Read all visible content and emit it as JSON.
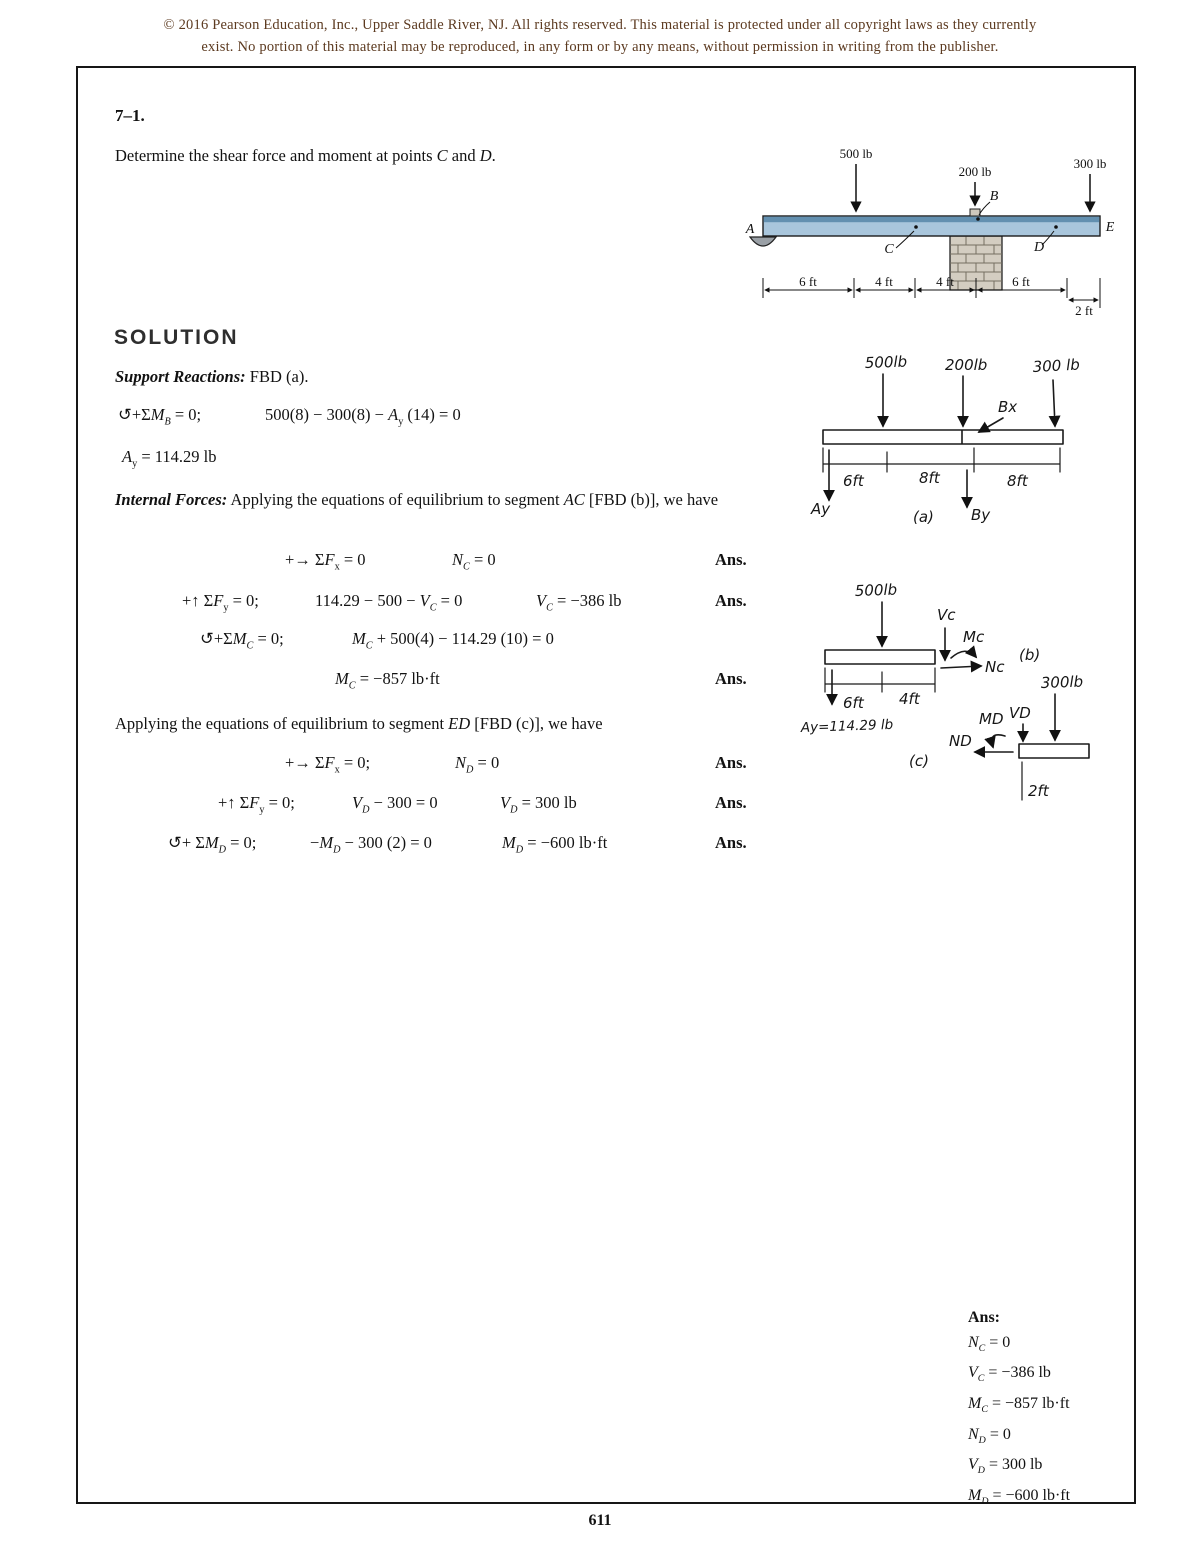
{
  "copyright": {
    "line1": "© 2016 Pearson Education, Inc., Upper Saddle River, NJ.  All rights reserved. This material is protected under all copyright laws as they currently",
    "line2": "exist. No portion of this material may be reproduced, in any form or by any means, without permission in writing from the publisher."
  },
  "page_number": "611",
  "problem": {
    "number": "7–1.",
    "statement": "Determine the shear force and moment at points C and D."
  },
  "beam_figure": {
    "loads": {
      "l500": "500 lb",
      "l200": "200 lb",
      "l300": "300 lb"
    },
    "points": {
      "a": "A",
      "b": "B",
      "c": "C",
      "d": "D",
      "e": "E"
    },
    "dims": {
      "d1": "6 ft",
      "d2": "4 ft",
      "d3": "4 ft",
      "d4": "6 ft",
      "d5": "2 ft"
    }
  },
  "solution": {
    "heading": "SOLUTION",
    "support_label": "Support Reactions:",
    "support_rest": " FBD (a).",
    "internal_label": "Internal Forces:",
    "internal_rest": " Applying the equations of equilibrium to segment AC [FBD (b)], we have",
    "segment_ed": "Applying the equations of equilibrium to segment ED [FBD (c)], we have",
    "eq_mb_sym": "↺+ΣM_B = 0;",
    "eq_mb_body": "500(8) − 300(8) − A_y (14) = 0",
    "eq_ay": "A_y = 114.29 lb",
    "eq_fx1_sym": "+→ ΣF_x = 0",
    "eq_fx1_res": "N_C = 0",
    "eq_fy1_sym": "+↑ ΣF_y = 0;",
    "eq_fy1_body": "114.29 − 500 − V_C = 0",
    "eq_fy1_res": "V_C = −386 lb",
    "eq_mc_sym": "↺+ΣM_C = 0;",
    "eq_mc_body": "M_C + 500(4) − 114.29 (10) = 0",
    "eq_mc_res": "M_C = −857 lb·ft",
    "eq_fx2_sym": "+→ ΣF_x = 0;",
    "eq_fx2_res": "N_D = 0",
    "eq_fy2_sym": "+↑ ΣF_y = 0;",
    "eq_fy2_body": "V_D − 300 = 0",
    "eq_fy2_res": "V_D = 300 lb",
    "eq_md_sym": "↺+ ΣM_D = 0;",
    "eq_md_body": "−M_D − 300 (2) = 0",
    "eq_md_res": "M_D = −600 lb·ft",
    "ans": "Ans."
  },
  "sketch": {
    "a": {
      "l500": "500lb",
      "l200": "200lb",
      "l300": "300 lb",
      "bx": "Bx",
      "d6": "6ft",
      "d8a": "8ft",
      "d8b": "8ft",
      "ay": "Ay",
      "by": "By",
      "tag": "(a)"
    },
    "b": {
      "l500": "500lb",
      "vc": "Vc",
      "mc": "Mc",
      "nc": "Nc",
      "tag": "(b)",
      "d6": "6ft",
      "d4": "4ft",
      "ay": "Ay=114.29 lb"
    },
    "c": {
      "l300": "300lb",
      "md": "MD",
      "vd": "VD",
      "nd": "ND",
      "tag": "(c)",
      "d2": "2ft"
    }
  },
  "ans_block": {
    "title": "Ans:",
    "lines": [
      "N_C = 0",
      "V_C = −386 lb",
      "M_C = −857 lb·ft",
      "N_D = 0",
      "V_D = 300 lb",
      "M_D = −600 lb·ft"
    ]
  }
}
